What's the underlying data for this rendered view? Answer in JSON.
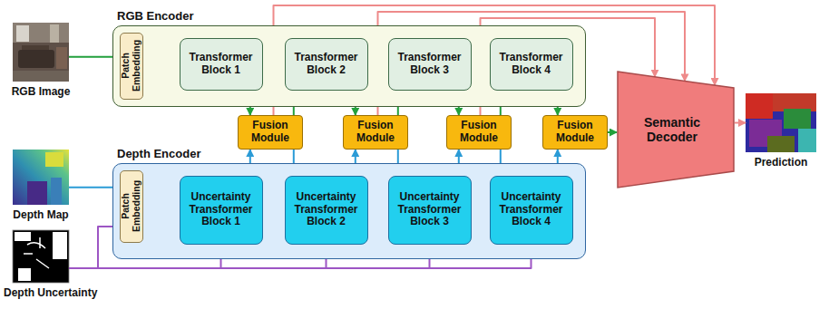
{
  "diagram": {
    "nodes": [
      {
        "text": [
          "RGB Image"
        ]
      },
      {
        "text": [
          "RGB Encoder"
        ]
      },
      {
        "text": [
          "Patch Embedding"
        ],
        "in": 1
      },
      {
        "text": [
          "Transformer Block 1"
        ],
        "in": 1
      },
      {
        "text": [
          "Transformer Block 2"
        ],
        "in": 1
      },
      {
        "text": [
          "Transformer Block 3"
        ],
        "in": 1
      },
      {
        "text": [
          "Transformer Block 4"
        ],
        "in": 1
      },
      {
        "text": [
          "Fusion Module"
        ]
      },
      {
        "text": [
          "Fusion Module"
        ]
      },
      {
        "text": [
          "Fusion Module"
        ]
      },
      {
        "text": [
          "Fusion Module"
        ]
      },
      {
        "text": [
          "Semantic Decoder"
        ]
      },
      {
        "text": [
          "Prediction"
        ]
      },
      {
        "text": [
          "Depth Map"
        ]
      },
      {
        "text": [
          "Depth Encoder"
        ]
      },
      {
        "text": [
          "Patch Embedding"
        ],
        "in": 14
      },
      {
        "text": [
          "Uncertainty Transformer Block 1"
        ],
        "in": 14
      },
      {
        "text": [
          "Uncertainty Transformer Block 2"
        ],
        "in": 14
      },
      {
        "text": [
          "Uncertainty Transformer Block 3"
        ],
        "in": 14
      },
      {
        "text": [
          "Uncertainty Transformer Block 4"
        ],
        "in": 14
      },
      {
        "text": [
          "Depth Uncertainty"
        ]
      }
    ],
    "edges": [
      {
        "from": 0,
        "to": 2,
        "arrow": "to"
      },
      {
        "from": 2,
        "to": 3,
        "arrow": "to"
      },
      {
        "from": 3,
        "to": 7,
        "arrow": "to"
      },
      {
        "from": 7,
        "to": 4,
        "arrow": "to"
      },
      {
        "from": 4,
        "to": 8,
        "arrow": "to"
      },
      {
        "from": 8,
        "to": 5,
        "arrow": "to"
      },
      {
        "from": 5,
        "to": 9,
        "arrow": "to"
      },
      {
        "from": 9,
        "to": 6,
        "arrow": "to"
      },
      {
        "from": 6,
        "to": 10,
        "arrow": "to"
      },
      {
        "from": 10,
        "to": 11,
        "arrow": "to"
      },
      {
        "from": 7,
        "to": 11,
        "arrow": "to"
      },
      {
        "from": 8,
        "to": 11,
        "arrow": "to"
      },
      {
        "from": 9,
        "to": 11,
        "arrow": "to"
      },
      {
        "from": 11,
        "to": 12,
        "arrow": "to"
      },
      {
        "from": 13,
        "to": 15,
        "arrow": "to"
      },
      {
        "from": 15,
        "to": 16,
        "arrow": "to"
      },
      {
        "from": 16,
        "to": 7,
        "arrow": "to"
      },
      {
        "from": 7,
        "to": 17,
        "arrow": "to"
      },
      {
        "from": 17,
        "to": 8,
        "arrow": "to"
      },
      {
        "from": 8,
        "to": 18,
        "arrow": "to"
      },
      {
        "from": 18,
        "to": 9,
        "arrow": "to"
      },
      {
        "from": 9,
        "to": 19,
        "arrow": "to"
      },
      {
        "from": 19,
        "to": 10,
        "arrow": "to"
      },
      {
        "from": 20,
        "to": 15,
        "arrow": "to"
      },
      {
        "from": 20,
        "to": 16,
        "arrow": "to"
      },
      {
        "from": 20,
        "to": 17,
        "arrow": "to"
      },
      {
        "from": 20,
        "to": 18,
        "arrow": "to"
      },
      {
        "from": 20,
        "to": 19,
        "arrow": "to"
      }
    ]
  }
}
